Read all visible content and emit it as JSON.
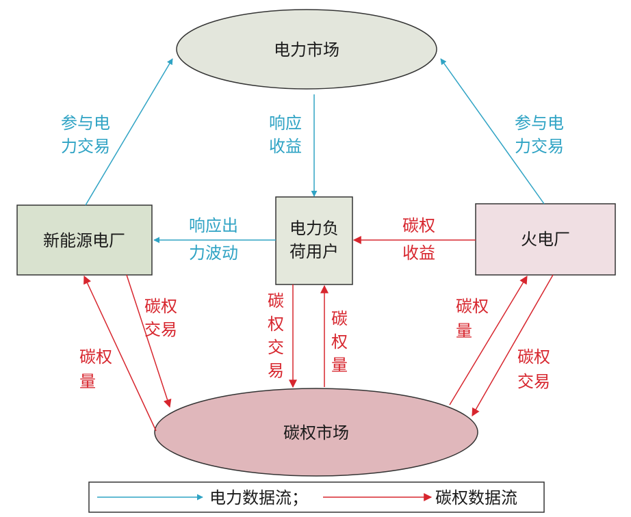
{
  "colors": {
    "power_flow": "#2fa3c4",
    "carbon_flow": "#d7262e",
    "power_market_fill": "#e3e6dc",
    "carbon_market_fill": "#e0b7bb",
    "renewable_fill": "#d9e2cf",
    "load_user_fill": "#e4e8dc",
    "thermal_fill": "#f0dfe3"
  },
  "nodes": {
    "power_market": "电力市场",
    "carbon_market": "碳权市场",
    "renewable_plant": "新能源电厂",
    "load_user": [
      "电力负",
      "荷用户"
    ],
    "thermal_plant": "火电厂"
  },
  "edges": {
    "renewable_to_power_market": [
      "参与电",
      "力交易"
    ],
    "thermal_to_power_market": [
      "参与电",
      "力交易"
    ],
    "power_market_to_user": [
      "响应",
      "收益"
    ],
    "user_to_renewable": [
      "响应出",
      "力波动"
    ],
    "thermal_to_user": [
      "碳权",
      "收益"
    ],
    "renewable_to_carbon_market": [
      "碳权",
      "交易"
    ],
    "carbon_market_to_renewable": [
      "碳权",
      "量"
    ],
    "user_to_carbon_market": [
      "碳",
      "权",
      "交",
      "易"
    ],
    "carbon_market_to_user": [
      "碳",
      "权",
      "量"
    ],
    "carbon_market_to_thermal": [
      "碳权",
      "量"
    ],
    "thermal_to_carbon_market": [
      "碳权",
      "交易"
    ]
  },
  "legend": {
    "power": "电力数据流；",
    "carbon": "碳权数据流"
  }
}
